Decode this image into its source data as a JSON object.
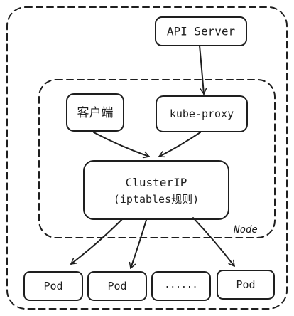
{
  "diagram": {
    "api_server": "API Server",
    "client": "客户端",
    "kube_proxy": "kube-proxy",
    "clusterip_line1": "ClusterIP",
    "clusterip_line2": "(iptables规则)",
    "node_label": "Node",
    "pods": [
      "Pod",
      "Pod",
      "......",
      "Pod"
    ]
  },
  "colors": {
    "stroke": "#1e1e1e",
    "background": "#ffffff"
  }
}
